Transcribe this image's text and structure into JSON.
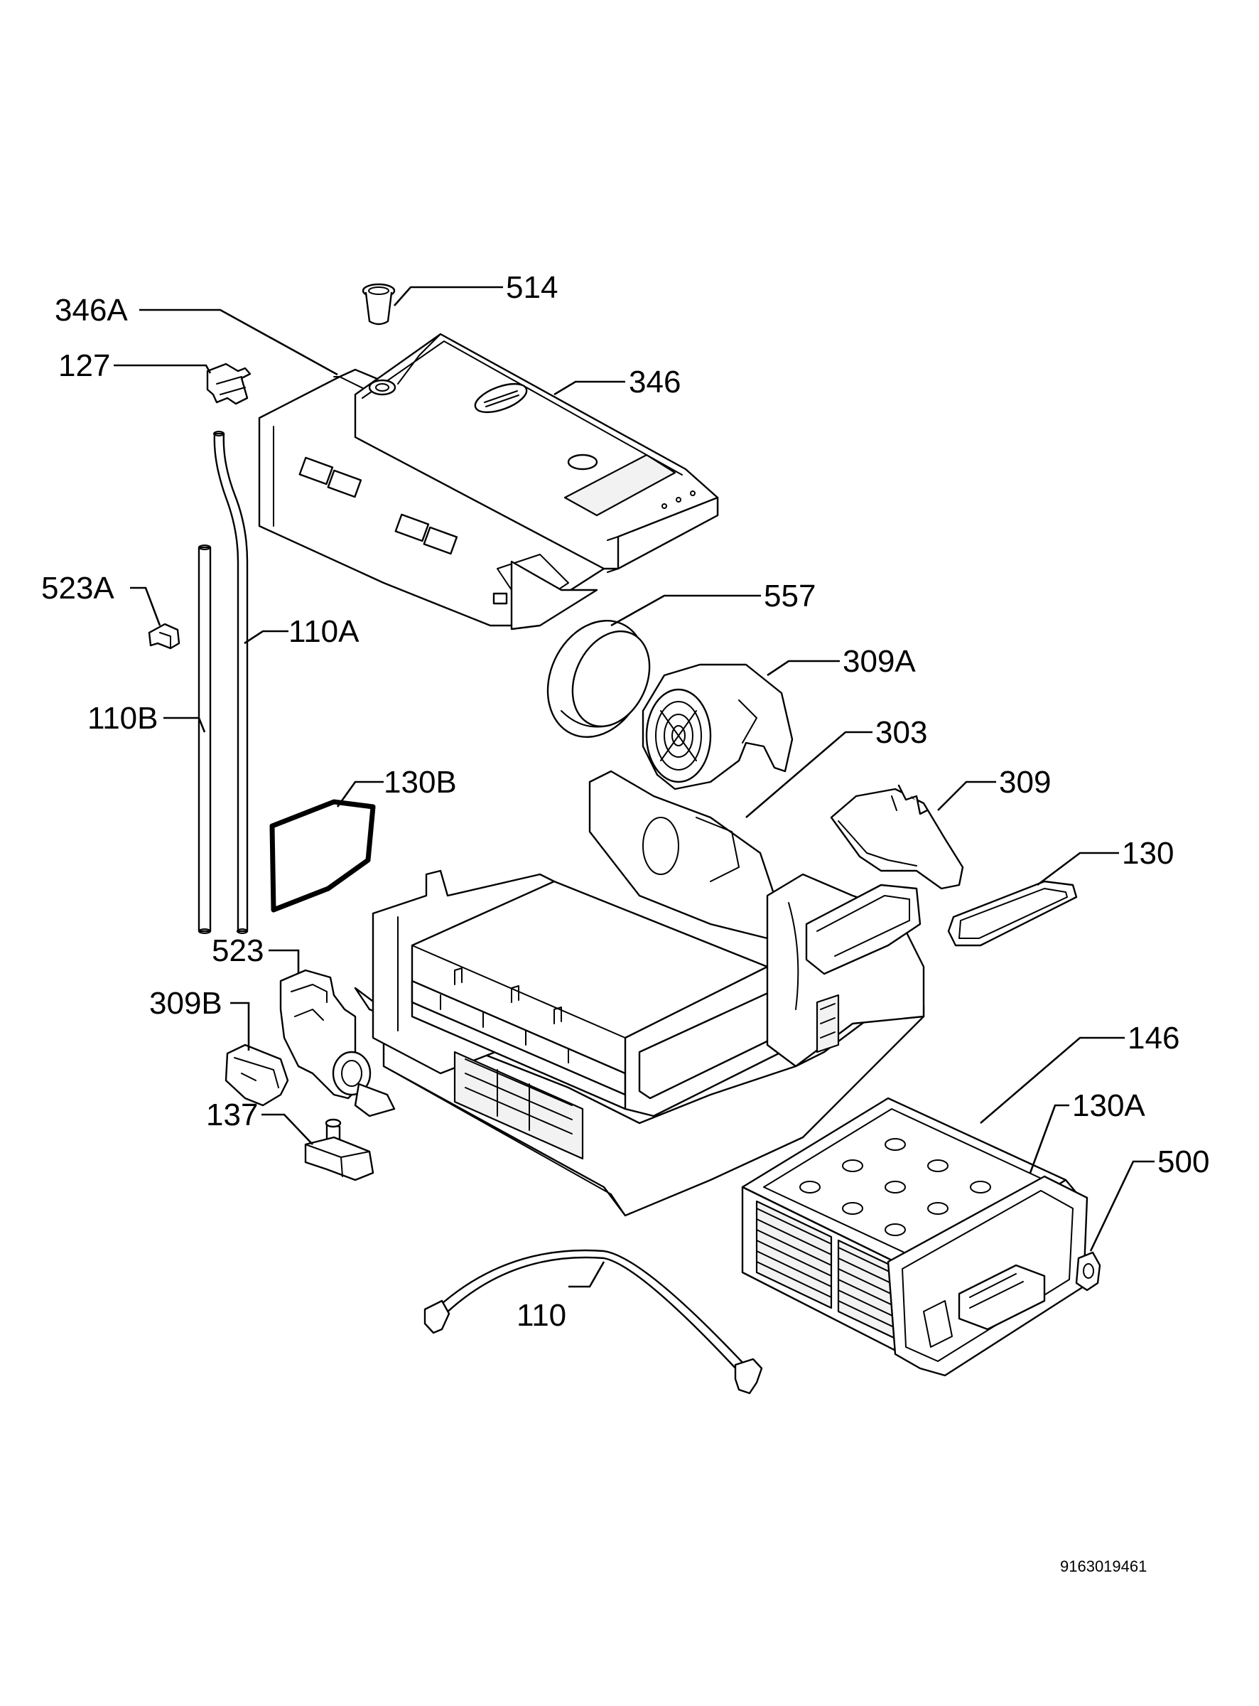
{
  "diagram": {
    "document_number": "9163019461",
    "callouts": {
      "c514": "514",
      "c346A": "346A",
      "c127": "127",
      "c346": "346",
      "c523A": "523A",
      "c110A": "110A",
      "c557": "557",
      "c110B": "110B",
      "c309A": "309A",
      "c303": "303",
      "c130B": "130B",
      "c309": "309",
      "c130": "130",
      "c523": "523",
      "c309B": "309B",
      "c146": "146",
      "c137": "137",
      "c130A": "130A",
      "c500": "500",
      "c110": "110"
    }
  }
}
